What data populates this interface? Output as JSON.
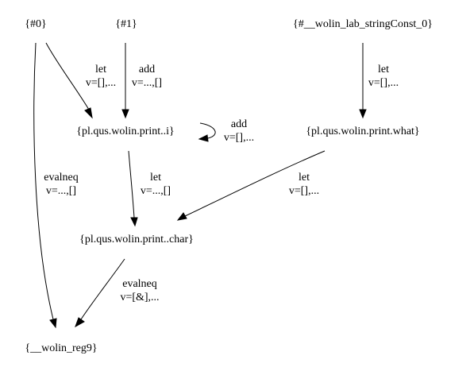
{
  "nodes": {
    "n0": "{#0}",
    "n1": "{#1}",
    "string_const": "{#__wolin_lab_stringConst_0}",
    "print_i": "{pl.qus.wolin.print..i}",
    "print_what": "{pl.qus.wolin.print.what}",
    "print_char": "{pl.qus.wolin.print..char}",
    "reg9": "{__wolin_reg9}"
  },
  "edges": {
    "n0_to_print_i": {
      "op": "let",
      "value": "v=[],..."
    },
    "n1_to_print_i": {
      "op": "add",
      "value": "v=...,[]"
    },
    "string_const_to_print_what": {
      "op": "let",
      "value": "v=[],..."
    },
    "print_i_self": {
      "op": "add",
      "value": "v=[],..."
    },
    "n0_to_reg9": {
      "op": "evalneq",
      "value": "v=...,[]"
    },
    "print_i_to_print_char": {
      "op": "let",
      "value": "v=...,[]"
    },
    "print_what_to_print_char": {
      "op": "let",
      "value": "v=[],..."
    },
    "print_char_to_reg9": {
      "op": "evalneq",
      "value": "v=[&],..."
    }
  }
}
